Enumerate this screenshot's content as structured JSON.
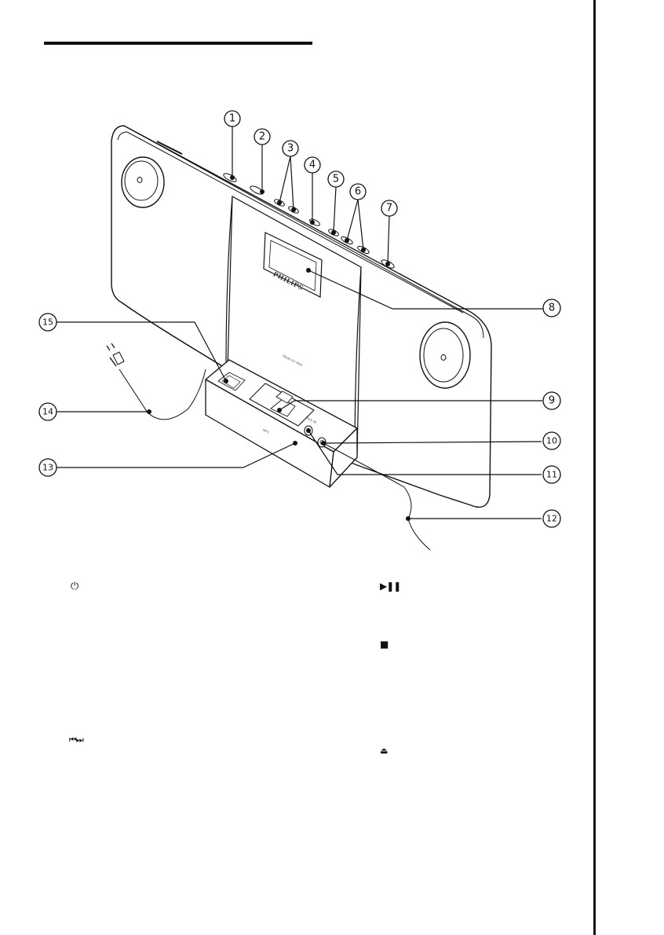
{
  "brand_label": "PHILIPS",
  "dock_label": "Made for iPod",
  "aux_label": "AUX IN",
  "mp3_label": "MP3",
  "callouts": [
    "1",
    "2",
    "3",
    "4",
    "5",
    "6",
    "7",
    "8",
    "9",
    "10",
    "11",
    "12",
    "13",
    "14",
    "15"
  ],
  "symbols": {
    "power": "⏻",
    "play_pause": "▶❚❚",
    "stop": "■",
    "prev_next": "⏮⏭",
    "eject": "⏏"
  }
}
